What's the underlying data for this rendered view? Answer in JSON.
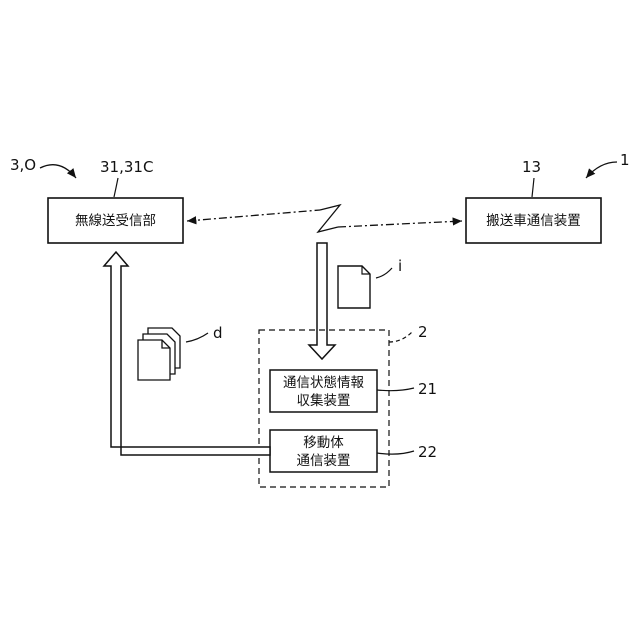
{
  "labels": {
    "wireless_ref": "3,O",
    "wireless_num": "31,31C",
    "vehicle_ref": "1",
    "vehicle_num": "13",
    "info_i": "i",
    "data_d": "d",
    "mobile_ref": "2",
    "collector_num": "21",
    "mobile_comm_num": "22"
  },
  "boxes": {
    "wireless_unit": "無線送受信部",
    "vehicle_comm": "搬送車通信装置",
    "collector_line1": "通信状態情報",
    "collector_line2": "収集装置",
    "mobile_line1": "移動体",
    "mobile_line2": "通信装置"
  }
}
